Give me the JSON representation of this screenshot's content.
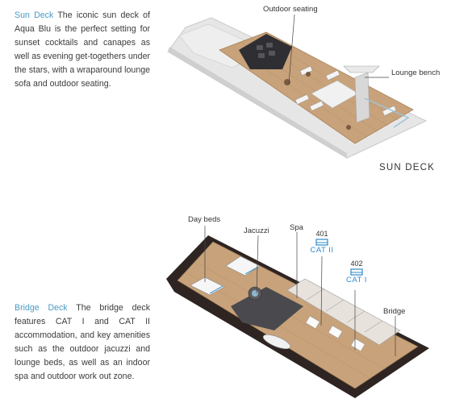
{
  "sun_deck": {
    "heading": "Sun Deck",
    "body": "The iconic sun deck of Aqua Blu is the perfect setting for sunset cocktails and canapes as well as evening get-togethers under the stars, with a wraparound lounge sofa and outdoor seating.",
    "title": "SUN DECK",
    "labels": {
      "outdoor_seating": "Outdoor seating",
      "lounge_bench": "Lounge bench"
    }
  },
  "bridge_deck": {
    "heading": "Bridge Deck",
    "body": "The bridge deck features CAT I and CAT II accommodation, and key amenities such as the outdoor jacuzzi and lounge beds, as well as an indoor spa and outdoor work out zone.",
    "labels": {
      "day_beds": "Day beds",
      "jacuzzi": "Jacuzzi",
      "spa": "Spa",
      "bridge": "Bridge"
    },
    "cabins": [
      {
        "number": "401",
        "category": "CAT II"
      },
      {
        "number": "402",
        "category": "CAT I"
      }
    ]
  },
  "colors": {
    "accent": "#4a9bc4",
    "cat_blue": "#2f8ac9",
    "wood": "#c8a27a",
    "hull_dark": "#2e2522"
  }
}
